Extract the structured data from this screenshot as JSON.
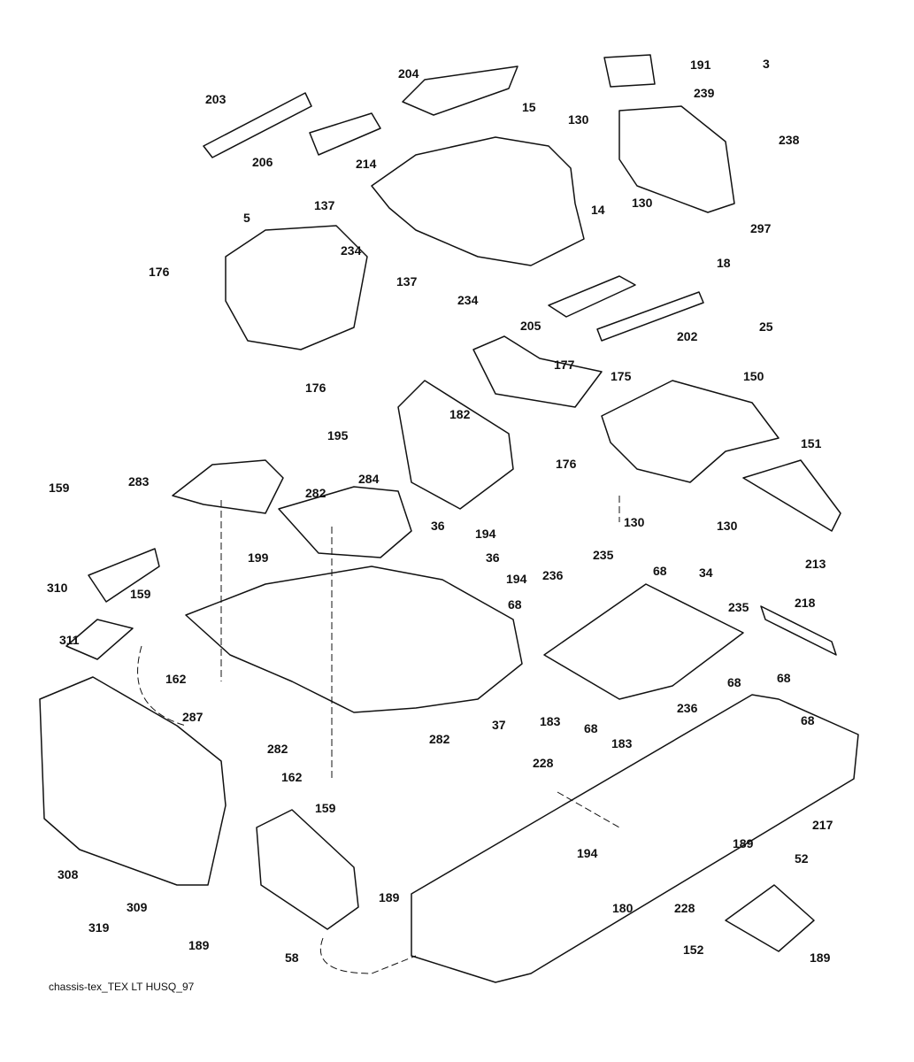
{
  "caption": "chassis-tex_TEX LT HUSQ_97",
  "colors": {
    "ink": "#111111",
    "part_fill": "#ffffff",
    "shade": "#555555"
  },
  "callouts": [
    "191",
    "3",
    "204",
    "239",
    "203",
    "15",
    "130",
    "238",
    "206",
    "214",
    "137",
    "130",
    "297",
    "14",
    "5",
    "234",
    "18",
    "176",
    "137",
    "234",
    "25",
    "205",
    "202",
    "177",
    "175",
    "150",
    "176",
    "182",
    "195",
    "151",
    "176",
    "283",
    "282",
    "284",
    "159",
    "130",
    "130",
    "36",
    "194",
    "235",
    "36",
    "213",
    "199",
    "236",
    "68",
    "34",
    "194",
    "310",
    "159",
    "218",
    "68",
    "235",
    "311",
    "162",
    "68",
    "37",
    "287",
    "183",
    "68",
    "236",
    "68",
    "183",
    "68",
    "282",
    "282",
    "162",
    "228",
    "159",
    "217",
    "194",
    "189",
    "308",
    "52",
    "309",
    "189",
    "228",
    "180",
    "319",
    "189",
    "58",
    "152",
    "189"
  ]
}
